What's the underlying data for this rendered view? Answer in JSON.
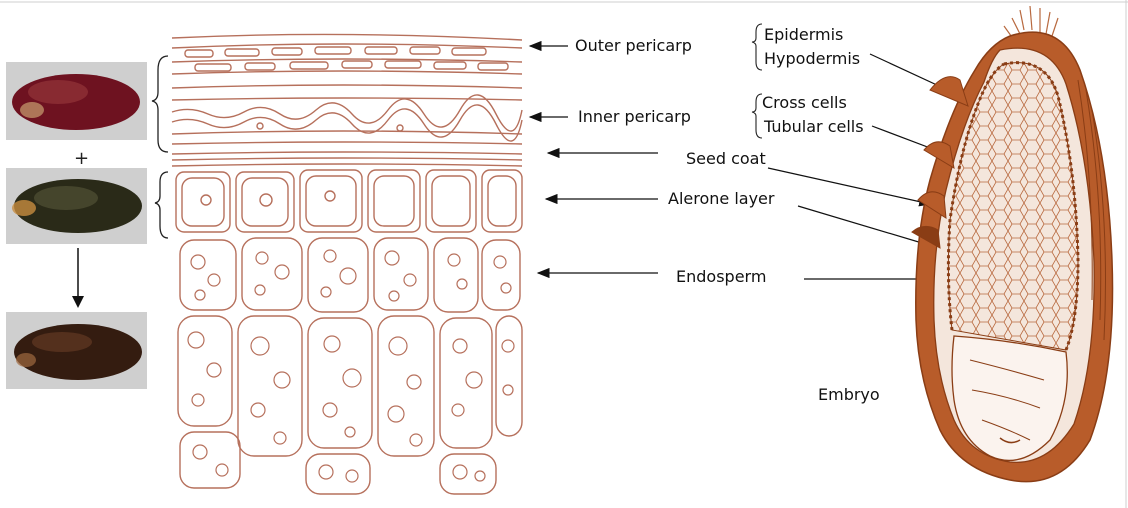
{
  "colors": {
    "tissue_line": "#b6705c",
    "tissue_fill": "#f5ddd2",
    "brown": "#b85c2a",
    "dark_brown": "#8a3d15",
    "seed_red": "#7a1424",
    "seed_dark": "#2e2a18",
    "seed_brown": "#3b1f12",
    "photo_bg": "#c9c9c9"
  },
  "photos": [
    {
      "name": "red-seed",
      "color": "red"
    },
    {
      "name": "dark-seed",
      "color": "dark-green-black"
    },
    {
      "name": "brown-seed",
      "color": "brown"
    }
  ],
  "plus_sign": "+",
  "labels": {
    "outer_pericarp": "Outer pericarp",
    "inner_pericarp": "Inner pericarp",
    "seed_coat": "Seed coat",
    "alerone_layer": "Alerone layer",
    "endosperm": "Endosperm",
    "epidermis": "Epidermis",
    "hypodermis": "Hypodermis",
    "cross_cells": "Cross cells",
    "tubular_cells": "Tubular cells",
    "embryo": "Embryo"
  }
}
